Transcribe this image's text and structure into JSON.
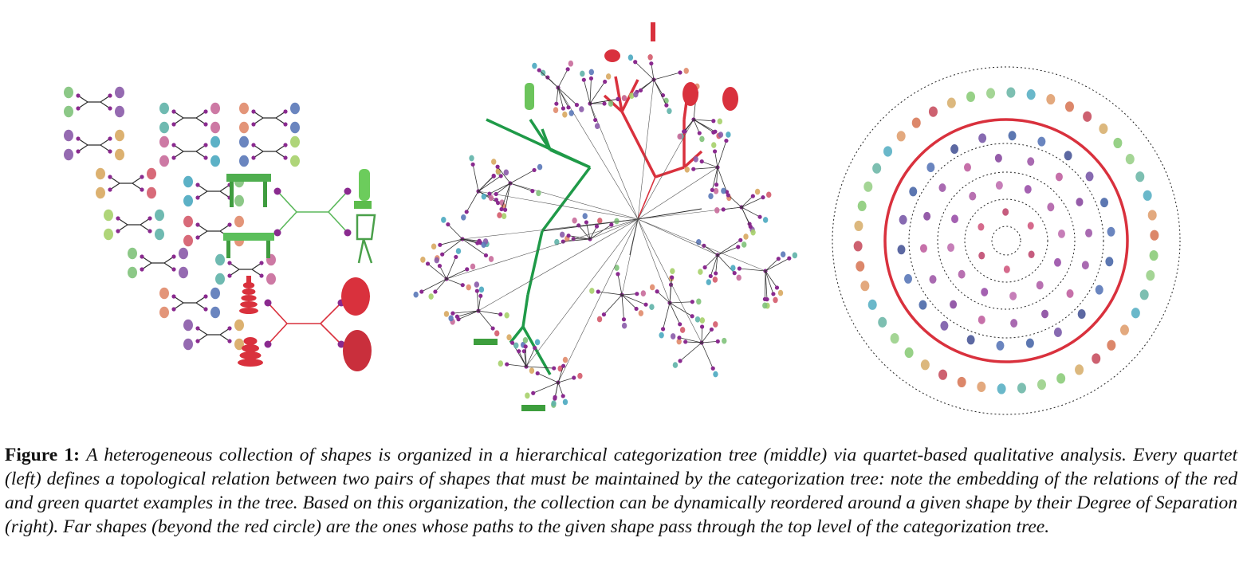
{
  "caption": {
    "label": "Figure 1:",
    "text": "A heterogeneous collection of shapes is organized in a hierarchical categorization tree (middle) via quartet-based qualitative analysis. Every quartet (left) defines a topological relation between two pairs of shapes that must be maintained by the categorization tree: note the embedding of the relations of the red and green quartet examples in the tree. Based on this organization, the collection can be dynamically reordered around a given shape by their Degree of Separation (right). Far shapes (beyond the red circle) are the ones whose paths to the given shape pass through the top level of the categorization tree."
  },
  "colors": {
    "red": "#d9313d",
    "green": "#1f9a48",
    "purple_node": "#8a2a8f",
    "edge": "#2b2b2b",
    "dotted_ring": "#222222"
  },
  "panels": {
    "left": "quartets",
    "middle": "categorization-tree",
    "right": "degree-of-separation-rings"
  }
}
